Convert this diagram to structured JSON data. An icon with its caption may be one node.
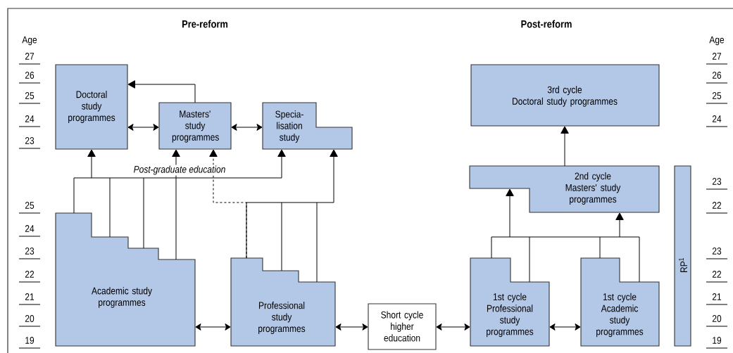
{
  "diagram": {
    "nodes": [
      {
        "text": [
          "Doctoral study programmes"
        ]
      },
      {
        "text": [
          "Masters' study programmes"
        ]
      },
      {
        "text": [
          "Specia- lisation study"
        ]
      },
      {
        "text": [
          "Academic study programmes"
        ]
      },
      {
        "text": [
          "Professional study programmes"
        ]
      },
      {
        "text": [
          "Short cycle higher education"
        ]
      },
      {
        "text": [
          "1st cycle",
          "Professional study programmes"
        ]
      },
      {
        "text": [
          "1st cycle",
          "Academic study programmes"
        ]
      },
      {
        "text": [
          "2nd cycle",
          "Masters' study programmes"
        ]
      },
      {
        "text": [
          "3rd cycle",
          "Doctoral study programmes"
        ]
      },
      {
        "text": [
          "RP$^{1}$"
        ]
      }
    ],
    "edges": [
      {
        "from": 1,
        "to": 0,
        "arrow": "to"
      },
      {
        "from": 0,
        "to": 1,
        "arrow": "both"
      },
      {
        "from": 1,
        "to": 2,
        "arrow": "both"
      },
      {
        "from": 3,
        "to": 0,
        "arrow": "to"
      },
      {
        "from": 3,
        "to": 1,
        "arrow": "to"
      },
      {
        "from": 3,
        "to": 2,
        "arrow": "to"
      },
      {
        "from": 4,
        "to": 1,
        "arrow": "to",
        "style": "dashed"
      },
      {
        "from": 4,
        "to": 2,
        "arrow": "to"
      },
      {
        "from": 3,
        "to": 4,
        "arrow": "both"
      },
      {
        "from": 4,
        "to": 5,
        "arrow": "both"
      },
      {
        "from": 5,
        "to": 6,
        "arrow": "both"
      },
      {
        "from": 6,
        "to": 7,
        "arrow": "both"
      },
      {
        "from": 6,
        "to": 8,
        "arrow": "to"
      },
      {
        "from": 7,
        "to": 8,
        "arrow": "to"
      },
      {
        "from": 8,
        "to": 9,
        "arrow": "to"
      }
    ],
    "labels": [
      "Pre-reform",
      "Post-reform",
      "Age",
      "27",
      "26",
      "25",
      "24",
      "23",
      "25",
      "24",
      "23",
      "22",
      "21",
      "20",
      "19",
      "Age",
      "27",
      "26",
      "25",
      "24",
      "23",
      "22",
      "23",
      "22",
      "21",
      "20",
      "19",
      "Post-graduate education"
    ]
  }
}
